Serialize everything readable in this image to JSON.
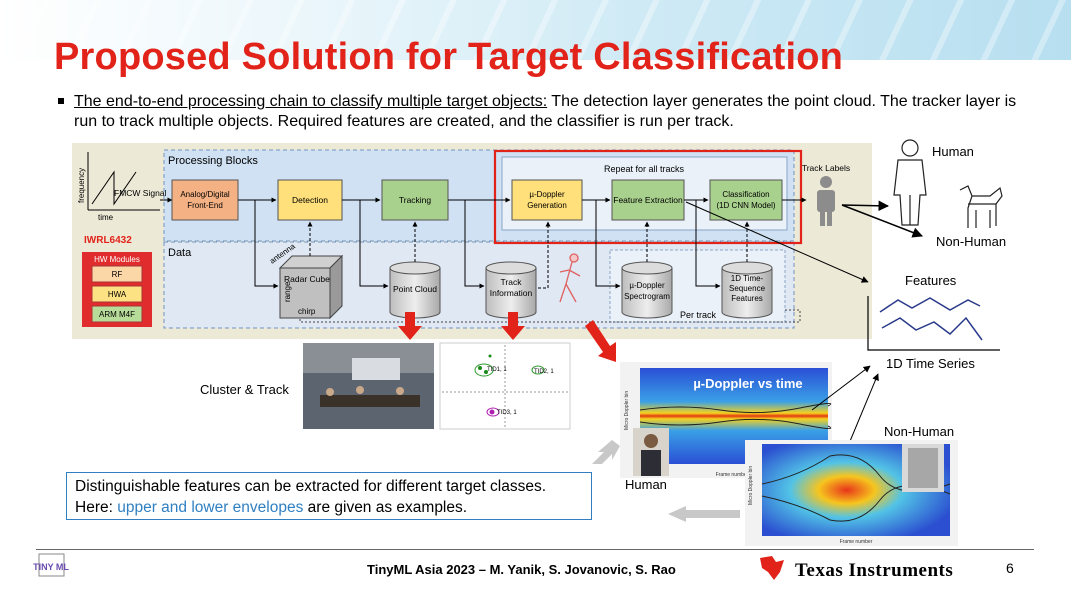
{
  "slide": {
    "title": "Proposed Solution for Target Classification",
    "bullet_underlined": "The end-to-end processing chain to classify multiple target objects:",
    "bullet_rest": " The detection layer generates the point cloud. The tracker layer is run to track multiple objects. Required features are created, and the classifier is run per track.",
    "callout_part1": "Distinguishable features can be extracted for different target classes. Here: ",
    "callout_highlight": "upper and lower envelopes",
    "callout_part2": " are given as examples.",
    "footer": "TinyML Asia 2023 – M. Yanik, S. Jovanovic, S. Rao",
    "page_number": "6",
    "ti_logo_text": "Texas Instruments",
    "tinyml_logo_text": "TINY ML"
  },
  "diagram": {
    "processing_blocks_label": "Processing Blocks",
    "data_label": "Data",
    "repeat_label": "Repeat for all tracks",
    "per_track_label": "Per track",
    "freq_label": "frequency",
    "time_label": "time",
    "fmcw_label": "FMCW Signal",
    "device_label": "IWRL6432",
    "hw_modules_label": "HW Modules",
    "hw_modules": [
      "RF",
      "HWA",
      "ARM M4F"
    ],
    "blocks": {
      "adc": [
        "Analog/Digital",
        "Front-End"
      ],
      "detection": "Detection",
      "tracking": "Tracking",
      "doppler": [
        "µ-Doppler",
        "Generation"
      ],
      "feature": "Feature Extraction",
      "classification": [
        "Classification",
        "(1D CNN Model)"
      ]
    },
    "cube": {
      "label": "Radar Cube",
      "antenna": "antenna",
      "range": "range",
      "chirp": "chirp"
    },
    "cylinders": {
      "point_cloud": [
        "Point Cloud"
      ],
      "track_info": [
        "Track",
        "Information"
      ],
      "spectrogram": [
        "µ-Doppler",
        "Spectrogram"
      ],
      "time_seq": [
        "1D Time-",
        "Sequence",
        "Features"
      ]
    },
    "track_labels": "Track Labels",
    "human": "Human",
    "non_human": "Non-Human",
    "features": "Features",
    "time_series": "1D Time Series",
    "cluster_track": "Cluster & Track",
    "scatter_labels": [
      "TID1, 1",
      "TID2, 1",
      "TID3, 1"
    ],
    "spec_title": "µ-Doppler vs time",
    "spec_xlabel": "Frame number",
    "spec_ylabel": "Micro Doppler bin",
    "human_caption": "Human",
    "non_human_caption": "Non-Human"
  },
  "colors": {
    "accent_red": "#e2231a",
    "processing_bg": "#cfe1f2",
    "data_bg": "#dfe8f3",
    "adc_fill": "#f4b183",
    "detection_fill": "#ffe07a",
    "tracking_fill": "#a9d18e",
    "hw_red": "#e02c2c",
    "callout_blue": "#2f7fc1"
  }
}
